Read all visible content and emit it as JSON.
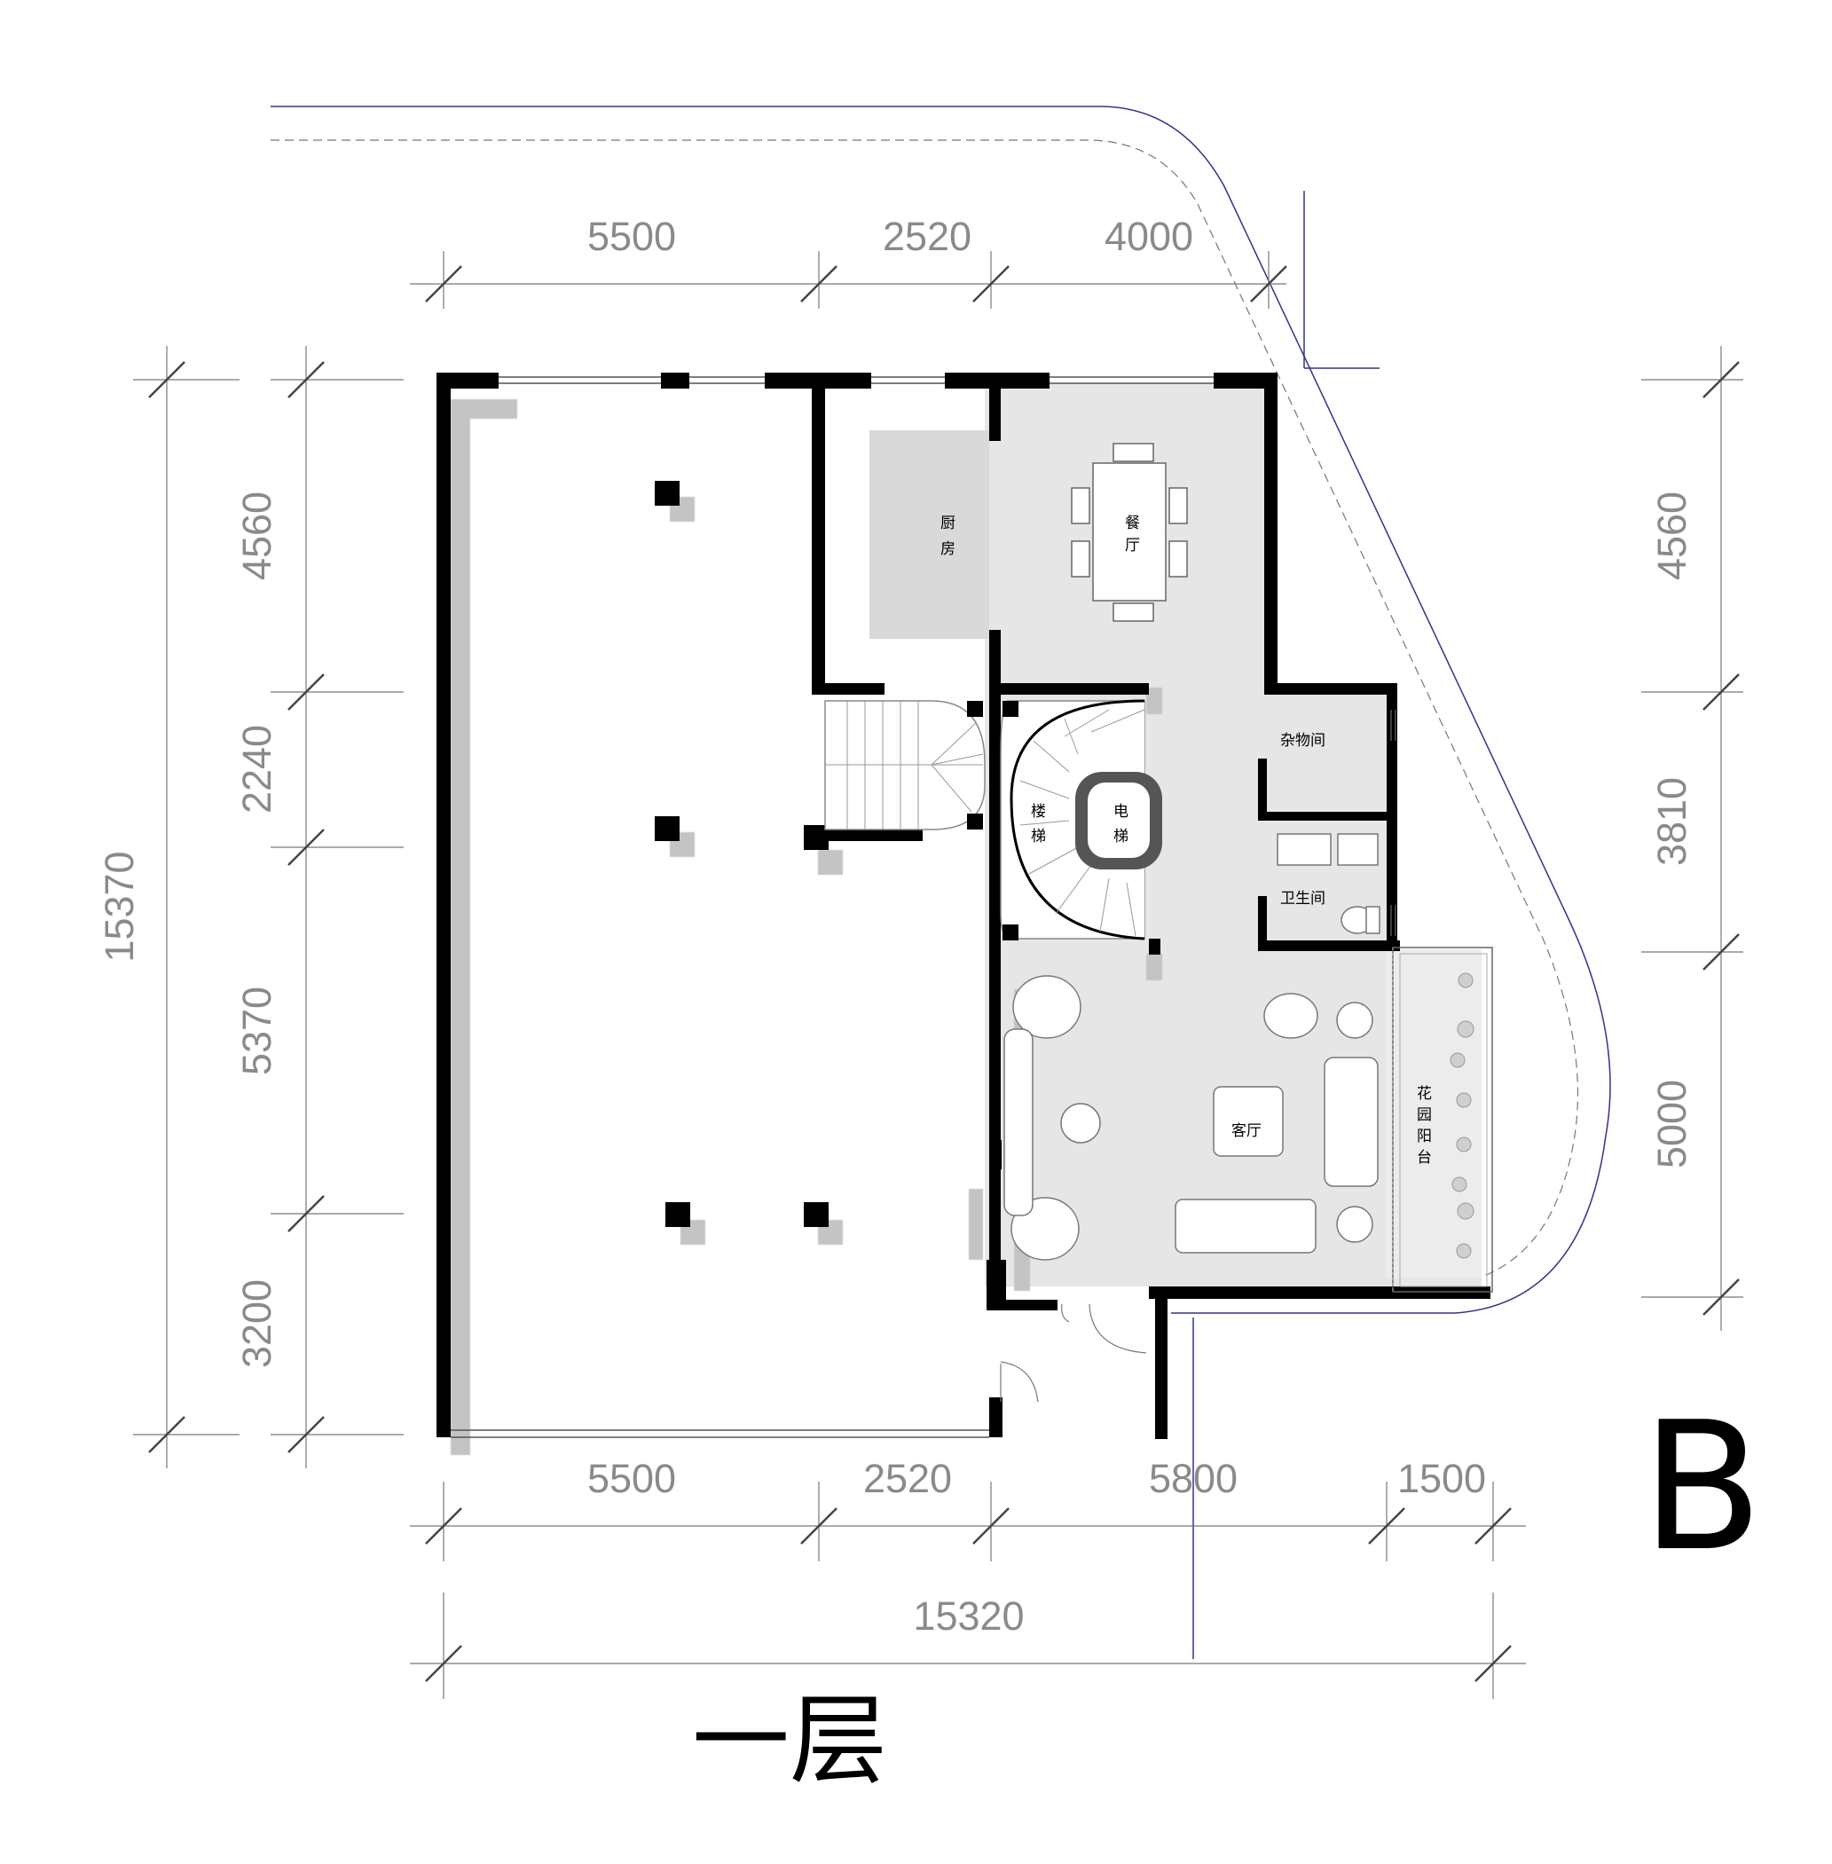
{
  "dimensions": {
    "top": [
      "5500",
      "2520",
      "4000"
    ],
    "bottom": [
      "5500",
      "2520",
      "5800",
      "1500"
    ],
    "total_bottom": "15320",
    "left_total": "15370",
    "left": [
      "4560",
      "2240",
      "5370",
      "3200"
    ],
    "right": [
      "4560",
      "3810",
      "5000"
    ]
  },
  "rooms": {
    "kitchen": [
      "厨",
      "房"
    ],
    "dining": [
      "餐",
      "厅"
    ],
    "storage": "杂物间",
    "bathroom": "卫生间",
    "stairs": [
      "楼",
      "梯"
    ],
    "elevator": [
      "电",
      "梯"
    ],
    "living": "客厅",
    "garden_balcony": [
      "花",
      "园",
      "阳",
      "台"
    ]
  },
  "sheet": {
    "block_letter": "B",
    "floor_title": "一层"
  }
}
